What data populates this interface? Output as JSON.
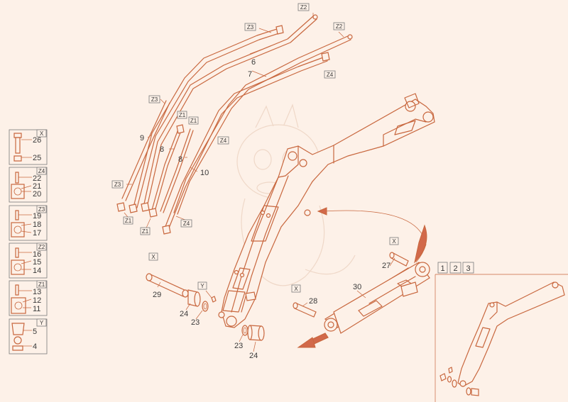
{
  "diagram": {
    "callouts": {
      "n4": "4",
      "n5": "5",
      "n6": "6",
      "n7": "7",
      "n8a": "8",
      "n8b": "8",
      "n9": "9",
      "n10": "10",
      "n11": "11",
      "n12": "12",
      "n13": "13",
      "n14": "14",
      "n15": "15",
      "n16": "16",
      "n17": "17",
      "n18": "18",
      "n19": "19",
      "n20": "20",
      "n21": "21",
      "n22": "22",
      "n23a": "23",
      "n23b": "23",
      "n24a": "24",
      "n24b": "24",
      "n25": "25",
      "n26": "26",
      "n27": "27",
      "n28": "28",
      "n29": "29",
      "n30": "30"
    },
    "tags": {
      "z1": "Z1",
      "z2": "Z2",
      "z3": "Z3",
      "z4": "Z4",
      "x": "X",
      "y": "Y"
    },
    "variants": [
      "1",
      "2",
      "3"
    ]
  },
  "colors": {
    "line": "#c8673e",
    "background": "#fdf1e8",
    "arrow": "#d2694a",
    "watermark": "#efd8c8"
  }
}
